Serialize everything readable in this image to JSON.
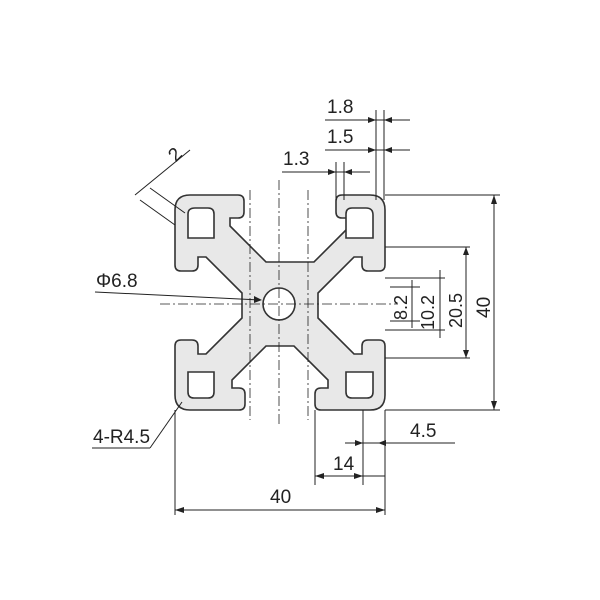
{
  "drawing": {
    "dimensions": {
      "slot_wall_1": "1.8",
      "slot_wall_2": "1.5",
      "slot_lip": "1.3",
      "wall_thickness": "2",
      "center_hole": "Φ6.8",
      "slot_8_2": "8.2",
      "slot_10_2": "10.2",
      "slot_20_5": "20.5",
      "height_40": "40",
      "width_40": "40",
      "slot_depth_14": "14",
      "slot_4_5": "4.5",
      "corner_radius": "4-R4.5"
    }
  }
}
